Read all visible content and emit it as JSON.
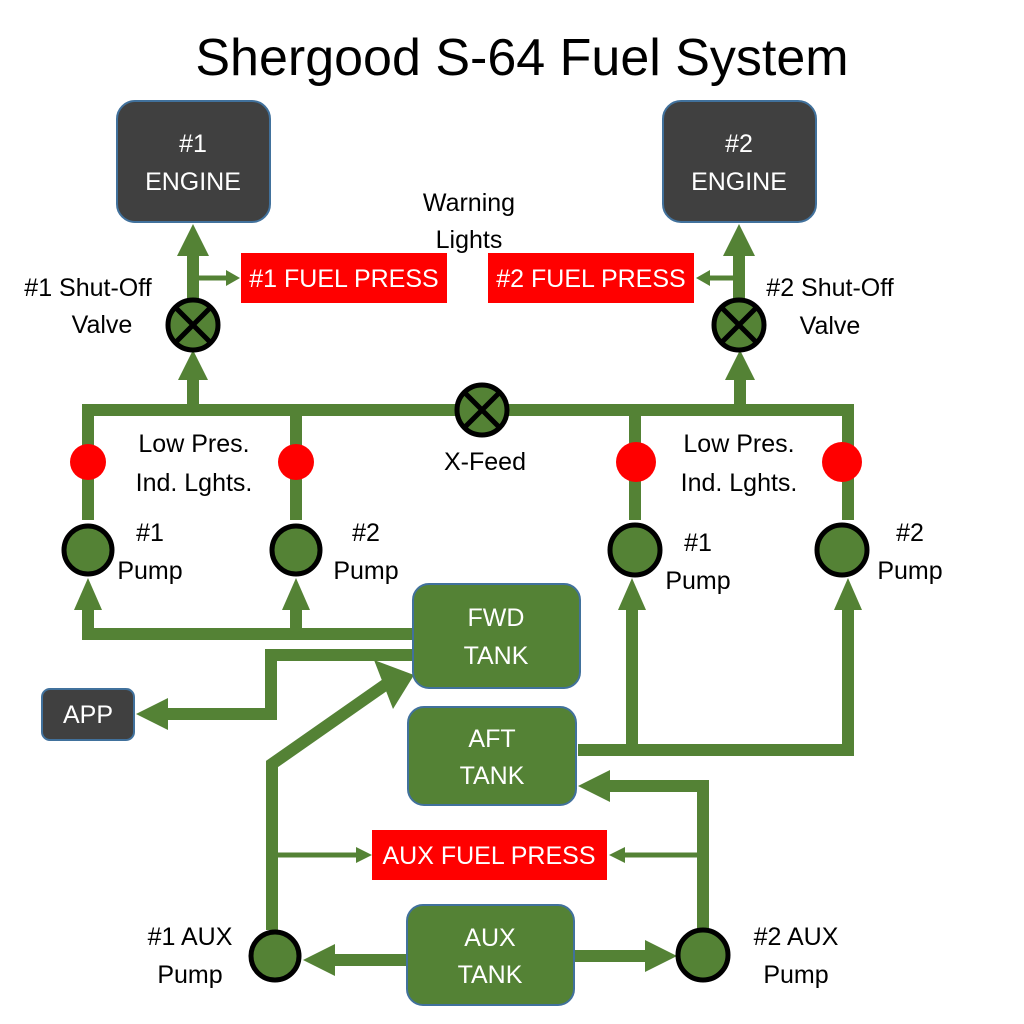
{
  "title": "Shergood S-64 Fuel System",
  "colors": {
    "pipe": "#548235",
    "engine_fill": "#404040",
    "tank_fill": "#548235",
    "warning": "#ff0000",
    "border": "#41719c"
  },
  "engines": [
    {
      "line1": "#1",
      "line2": "ENGINE"
    },
    {
      "line1": "#2",
      "line2": "ENGINE"
    }
  ],
  "warning_lights_label": {
    "line1": "Warning",
    "line2": "Lights"
  },
  "warnings": {
    "fuel_press_1": "#1 FUEL PRESS",
    "fuel_press_2": "#2 FUEL PRESS",
    "aux_fuel_press": "AUX FUEL PRESS"
  },
  "valves": {
    "shutoff_1": {
      "line1": "#1 Shut-Off",
      "line2": "Valve"
    },
    "shutoff_2": {
      "line1": "#2 Shut-Off",
      "line2": "Valve"
    },
    "xfeed": "X-Feed"
  },
  "low_pres_label": {
    "line1": "Low Pres.",
    "line2": "Ind. Lghts."
  },
  "pumps": {
    "left_1": {
      "line1": "#1",
      "line2": "Pump"
    },
    "left_2": {
      "line1": "#2",
      "line2": "Pump"
    },
    "right_1": {
      "line1": "#1",
      "line2": "Pump"
    },
    "right_2": {
      "line1": "#2",
      "line2": "Pump"
    },
    "aux_1": {
      "line1": "#1 AUX",
      "line2": "Pump"
    },
    "aux_2": {
      "line1": "#2 AUX",
      "line2": "Pump"
    }
  },
  "tanks": {
    "fwd": {
      "line1": "FWD",
      "line2": "TANK"
    },
    "aft": {
      "line1": "AFT",
      "line2": "TANK"
    },
    "aux": {
      "line1": "AUX",
      "line2": "TANK"
    }
  },
  "app": "APP"
}
